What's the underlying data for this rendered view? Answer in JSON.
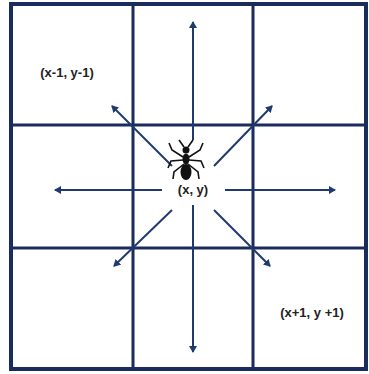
{
  "diagram": {
    "labels": [
      "(x-1, y-1)",
      "(x, y)",
      "(x+1, y +1)"
    ]
  }
}
